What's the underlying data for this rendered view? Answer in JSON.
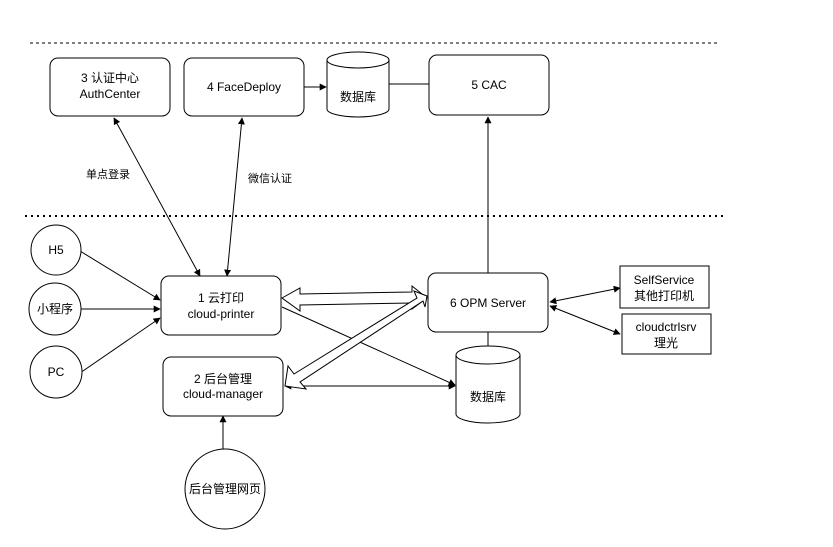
{
  "nodes": {
    "auth_center": {
      "line1": "3 认证中心",
      "line2": "AuthCenter"
    },
    "face_deploy": {
      "line1": "4 FaceDeploy"
    },
    "db_top": {
      "line1": "数据库"
    },
    "cac": {
      "line1": "5 CAC"
    },
    "h5": {
      "line1": "H5"
    },
    "mini_program": {
      "line1": "小程序"
    },
    "pc": {
      "line1": "PC"
    },
    "cloud_printer": {
      "line1": "1 云打印",
      "line2": "cloud-printer"
    },
    "cloud_manager": {
      "line1": "2 后台管理",
      "line2": "cloud-manager"
    },
    "admin_web": {
      "line1": "后台管理网页"
    },
    "opm_server": {
      "line1": "6 OPM Server"
    },
    "db_bottom": {
      "line1": "数据库"
    },
    "self_service": {
      "line1": "SelfService",
      "line2": "其他打印机"
    },
    "cloudctrlsrv": {
      "line1": "cloudctrlsrv",
      "line2": "理光"
    }
  },
  "edge_labels": {
    "sso": "单点登录",
    "wechat_auth": "微信认证"
  },
  "colors": {
    "stroke": "#000000",
    "background": "#ffffff"
  }
}
